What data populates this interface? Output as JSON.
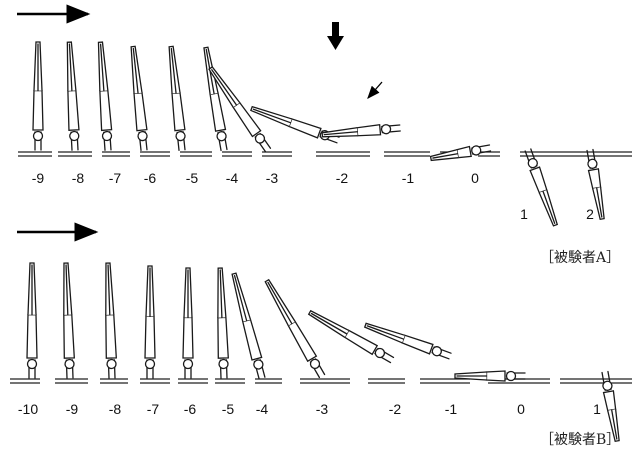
{
  "row_a": {
    "frames": [
      "-9",
      "-8",
      "-7",
      "-6",
      "-5",
      "-4",
      "-3",
      "-2",
      "-1",
      "0",
      "1",
      "2"
    ],
    "subject_label": "［被験者A］"
  },
  "row_b": {
    "frames": [
      "-10",
      "-9",
      "-8",
      "-7",
      "-6",
      "-5",
      "-4",
      "-3",
      "-2",
      "-1",
      "0",
      "1"
    ],
    "subject_label": "［被験者B］"
  }
}
